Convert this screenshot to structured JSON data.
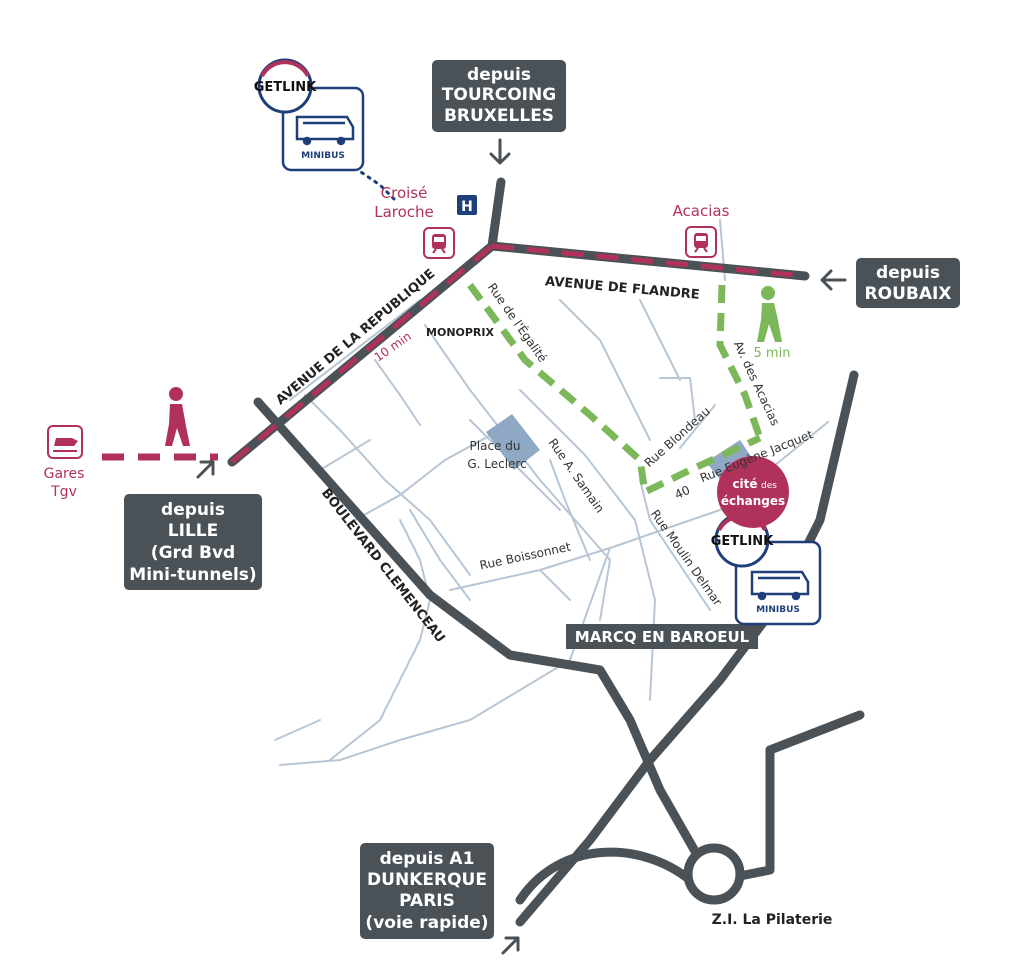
{
  "colors": {
    "road_dark": "#4a5157",
    "street_light": "#b7c6d4",
    "crimson": "#b0325b",
    "green": "#7cb85a",
    "navy": "#1f3f7a",
    "box_bg": "#4a5157",
    "square": "#8fa9c4"
  },
  "directions": {
    "tourcoing": [
      "depuis",
      "TOURCOING",
      "BRUXELLES"
    ],
    "roubaix": [
      "depuis",
      "ROUBAIX"
    ],
    "lille": [
      "depuis",
      "LILLE",
      "(Grd Bvd",
      "Mini-tunnels)"
    ],
    "a1": [
      "depuis A1",
      "DUNKERQUE",
      "PARIS",
      "(voie rapide)"
    ]
  },
  "stops": {
    "croise": [
      "Croisé",
      "Laroche"
    ],
    "acacias": "Acacias",
    "gares": [
      "Gares",
      "Tgv"
    ]
  },
  "roads": {
    "republique": "AVENUE DE LA REPUBLIQUE",
    "flandre": "AVENUE DE FLANDRE",
    "clemenceau": "BOULEVARD CLEMENCEAU",
    "egalite": "Rue de l'Égalité",
    "acacias_av": "Av. des Acacias",
    "blondeau": "Rue Blondeau",
    "samain": "Rue A. Samain",
    "boissonnet": "Rue Boissonnet",
    "moulin": "Rue Moulin Delmar",
    "jacquet": "Rue Eugène Jacquet"
  },
  "places": {
    "monoprix": "MONOPRIX",
    "place": [
      "Place du",
      "G. Leclerc"
    ],
    "address": "40",
    "marcq": "MARCQ EN BAROEUL",
    "pilaterie": "Z.I. La Pilaterie",
    "hospital": "H"
  },
  "times": {
    "ten": "10 min",
    "five": "5 min"
  },
  "venue": {
    "line1": "cité",
    "line2": "des",
    "line3": "échanges"
  },
  "getlink": {
    "brand": "GETLINK",
    "label": "MINIBUS"
  }
}
